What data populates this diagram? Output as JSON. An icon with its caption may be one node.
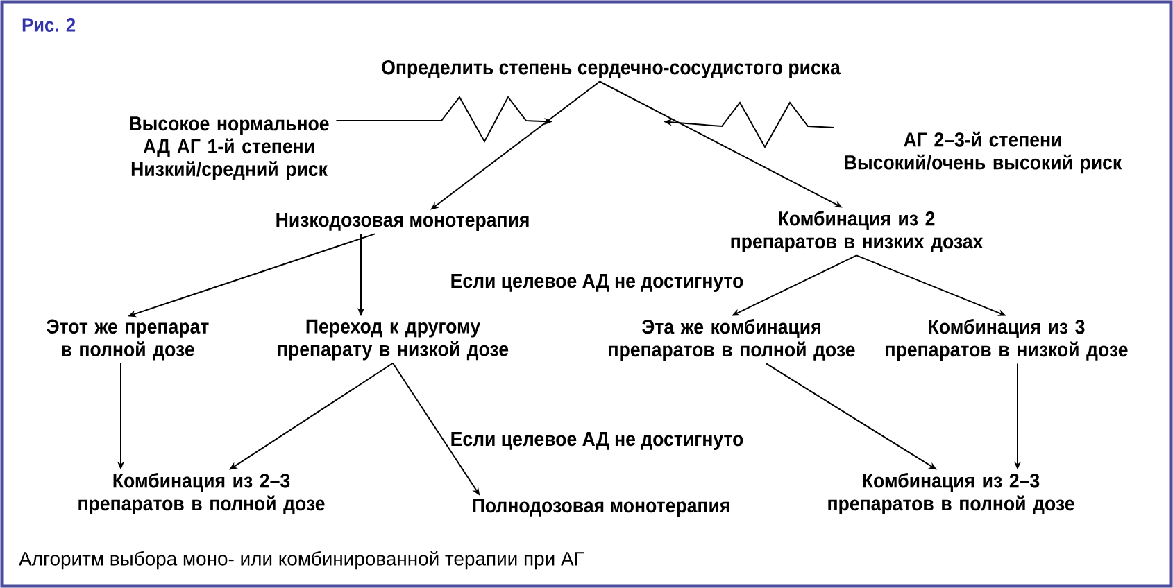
{
  "diagram": {
    "title": "Рис. 2",
    "caption": "Алгоритм выбора моно- или комбинированной терапии при АГ",
    "nodes": [
      {
        "text": [
          "Определить степень сердечно-сосудистого риска"
        ]
      },
      {
        "text": [
          "Высокое нормальное АД АГ 1-й степени Низкий/средний риск"
        ]
      },
      {
        "text": [
          "АГ 2–3-й степени Высокий/очень высокий риск"
        ]
      },
      {
        "text": [
          "Низкодозовая монотерапия"
        ]
      },
      {
        "text": [
          "Комбинация из 2 препаратов в низких дозах"
        ]
      },
      {
        "text": [
          "Этот же препарат в полной дозе"
        ]
      },
      {
        "text": [
          "Переход к другому препарату в низкой дозе"
        ]
      },
      {
        "text": [
          "Эта же комбинация препаратов в полной дозе"
        ]
      },
      {
        "text": [
          "Комбинация из 3 препаратов в низкой дозе"
        ]
      },
      {
        "text": [
          "Комбинация из 2–3 препаратов в полной дозе"
        ]
      },
      {
        "text": [
          "Полнодозовая монотерапия"
        ]
      },
      {
        "text": [
          "Комбинация из 2–3 препаратов в полной дозе"
        ]
      }
    ],
    "edges": [
      {
        "from": 1,
        "to": 0,
        "arrow": "to"
      },
      {
        "from": 2,
        "to": 0,
        "arrow": "to"
      },
      {
        "from": 0,
        "to": 3,
        "arrow": "to"
      },
      {
        "from": 0,
        "to": 4,
        "arrow": "to"
      },
      {
        "from": 3,
        "to": 5,
        "arrow": "to"
      },
      {
        "from": 3,
        "to": 6,
        "arrow": "to"
      },
      {
        "from": 4,
        "to": 7,
        "arrow": "to"
      },
      {
        "from": 4,
        "to": 8,
        "arrow": "to"
      },
      {
        "from": 5,
        "to": 9,
        "arrow": "to"
      },
      {
        "from": 6,
        "to": 9,
        "arrow": "to"
      },
      {
        "from": 6,
        "to": 10,
        "arrow": "to"
      },
      {
        "from": 7,
        "to": 11,
        "arrow": "to"
      },
      {
        "from": 8,
        "to": 11,
        "arrow": "to"
      }
    ],
    "labels": [
      "Если целевое АД не достигнуто",
      "Если целевое АД не достигнуто"
    ]
  }
}
